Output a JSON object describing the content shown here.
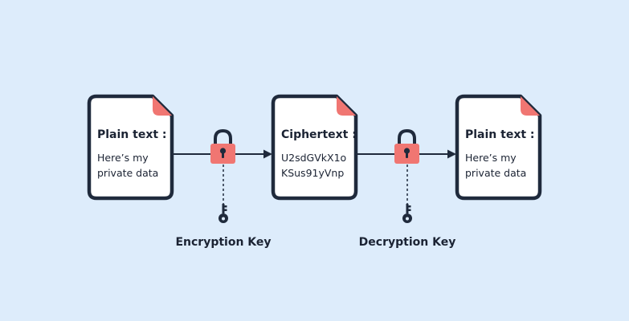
{
  "documents": [
    {
      "title": "Plain text :",
      "lines": [
        "Here’s my",
        "private data"
      ]
    },
    {
      "title": "Ciphertext :",
      "lines": [
        "U2sdGVkX1o",
        "KSus91yVnp"
      ]
    },
    {
      "title": "Plain text :",
      "lines": [
        "Here’s my",
        "private data"
      ]
    }
  ],
  "keys": {
    "encryption_label": "Encryption Key",
    "decryption_label": "Decryption Key"
  },
  "icons": [
    "document-icon",
    "padlock-icon",
    "key-icon",
    "arrow-icon"
  ],
  "colors": {
    "background": "#ddecfb",
    "outline": "#1f2a3c",
    "accent": "#f07672",
    "text": "#1b2333"
  }
}
